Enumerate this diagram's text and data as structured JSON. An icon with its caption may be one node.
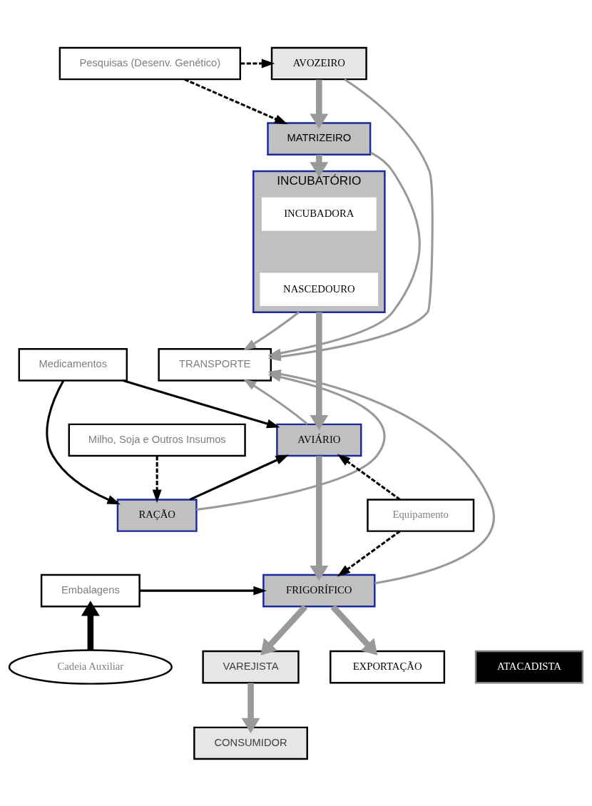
{
  "diagram": {
    "nodes": [
      {
        "text": [
          "AVOZEIRO"
        ]
      },
      {
        "text": [
          "Pesquisas (Desenv. Genético)"
        ]
      },
      {
        "text": [
          "MATRIZEIRO"
        ]
      },
      {
        "text": [
          "INCUBATÓRIO"
        ]
      },
      {
        "text": [
          "INCUBADORA"
        ],
        "in": 3
      },
      {
        "text": [
          "NASCEDOURO"
        ],
        "in": 3
      },
      {
        "text": [
          "Medicamentos"
        ]
      },
      {
        "text": [
          "Milho, Soja e Outros Insumos"
        ]
      },
      {
        "text": [
          "TRANSPORTE"
        ]
      },
      {
        "text": [
          "AVIÁRIO"
        ]
      },
      {
        "text": [
          "RAÇÃO"
        ]
      },
      {
        "text": [
          "Equipamento"
        ]
      },
      {
        "text": [
          "FRIGORÍFICO"
        ]
      },
      {
        "text": [
          "ATACADISTA"
        ]
      },
      {
        "text": [
          "Embalagens"
        ]
      },
      {
        "text": [
          "VAREJISTA"
        ]
      },
      {
        "text": [
          "EXPORTAÇÃO"
        ]
      },
      {
        "text": [
          "CONSUMIDOR"
        ]
      },
      {
        "text": [
          "Cadeia Auxiliar"
        ]
      }
    ],
    "edges": [
      {
        "from": 1,
        "to": 0,
        "arrow": "to",
        "style": "dashed",
        "color": "#000000"
      },
      {
        "from": 0,
        "to": 2,
        "arrow": "to",
        "style": "thick"
      },
      {
        "from": 1,
        "to": 2,
        "arrow": "to",
        "style": "dashed",
        "color": "#000000"
      },
      {
        "from": 2,
        "to": 3,
        "arrow": "to",
        "style": "thick"
      },
      {
        "from": 0,
        "to": 8,
        "arrow": "to"
      },
      {
        "from": 2,
        "to": 8,
        "arrow": "to"
      },
      {
        "from": 3,
        "to": 8,
        "arrow": "to"
      },
      {
        "from": 3,
        "to": 9,
        "arrow": "to",
        "style": "thick"
      },
      {
        "from": 6,
        "to": 9,
        "arrow": "to",
        "color": "#000000"
      },
      {
        "from": 6,
        "to": 10,
        "arrow": "to",
        "color": "#000000"
      },
      {
        "from": 7,
        "to": 10,
        "arrow": "to",
        "style": "dashed",
        "color": "#000000"
      },
      {
        "from": 10,
        "to": 9,
        "arrow": "to",
        "color": "#000000"
      },
      {
        "from": 11,
        "to": 9,
        "arrow": "to",
        "style": "dashed",
        "color": "#000000"
      },
      {
        "from": 11,
        "to": 12,
        "arrow": "to",
        "style": "dashed",
        "color": "#000000"
      },
      {
        "from": 9,
        "to": 8,
        "arrow": "to"
      },
      {
        "from": 10,
        "to": 8,
        "arrow": "to"
      },
      {
        "from": 9,
        "to": 12,
        "arrow": "to",
        "style": "thick"
      },
      {
        "from": 12,
        "to": 8,
        "arrow": "to"
      },
      {
        "from": 14,
        "to": 12,
        "arrow": "to",
        "color": "#000000"
      },
      {
        "from": 12,
        "to": 15,
        "arrow": "to",
        "style": "thick"
      },
      {
        "from": 12,
        "to": 16,
        "arrow": "to",
        "style": "thick"
      },
      {
        "from": 15,
        "to": 17,
        "arrow": "to",
        "style": "thick"
      },
      {
        "from": 18,
        "to": 14,
        "arrow": "to",
        "style": "thick",
        "color": "#000000"
      }
    ]
  }
}
